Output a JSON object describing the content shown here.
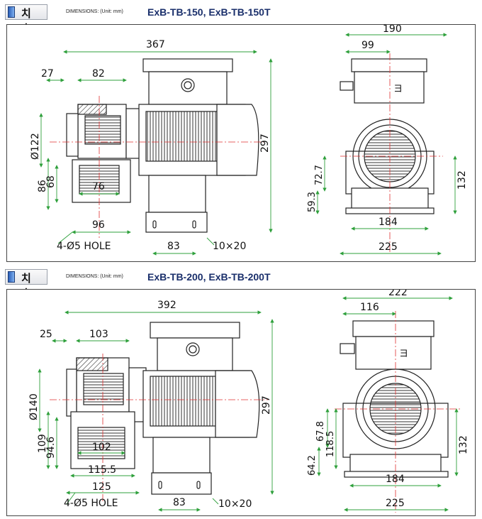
{
  "sections": [
    {
      "badge": "치 수",
      "dimensions_label": "DIMENSIONS: (Unit: mm)",
      "model": "ExB-TB-150, ExB-TB-150T",
      "dims": {
        "overall_length": "367",
        "inlet_offset": "27",
        "housing_width": "82",
        "inlet_diameter": "Ø122",
        "outlet_height_a": "86",
        "outlet_height_b": "68",
        "outlet_width": "76",
        "base_width": "96",
        "hole_spec": "4-Ø5 HOLE",
        "hole_pitch": "83",
        "slot_size": "10×20",
        "overall_height": "297",
        "side_width": "190",
        "side_offset": "99",
        "side_h1": "72.7",
        "side_h2": "59.3",
        "side_right_h": "132",
        "side_base_inner": "184",
        "side_base_outer": "225",
        "plate_mark": "ヨ"
      }
    },
    {
      "badge": "치 수",
      "dimensions_label": "DIMENSIONS: (Unit: mm)",
      "model": "ExB-TB-200, ExB-TB-200T",
      "dims": {
        "overall_length": "392",
        "inlet_offset": "25",
        "housing_width": "103",
        "inlet_diameter": "Ø140",
        "outlet_height_a": "109",
        "outlet_height_b": "94.6",
        "outlet_width": "102",
        "base_width_inner": "115.5",
        "base_width": "125",
        "hole_spec": "4-Ø5 HOLE",
        "hole_pitch": "83",
        "slot_size": "10×20",
        "overall_height": "297",
        "side_width": "222",
        "side_offset": "116",
        "side_h1": "67.8",
        "side_h2": "118.5",
        "side_h3": "64.2",
        "side_right_h": "132",
        "side_base_inner": "184",
        "side_base_outer": "225",
        "plate_mark": "ヨ"
      }
    }
  ],
  "colors": {
    "dimension_line": "#2fa03c",
    "center_line": "#e03030",
    "drawing": "#222222",
    "model_text": "#1a2f6b"
  }
}
